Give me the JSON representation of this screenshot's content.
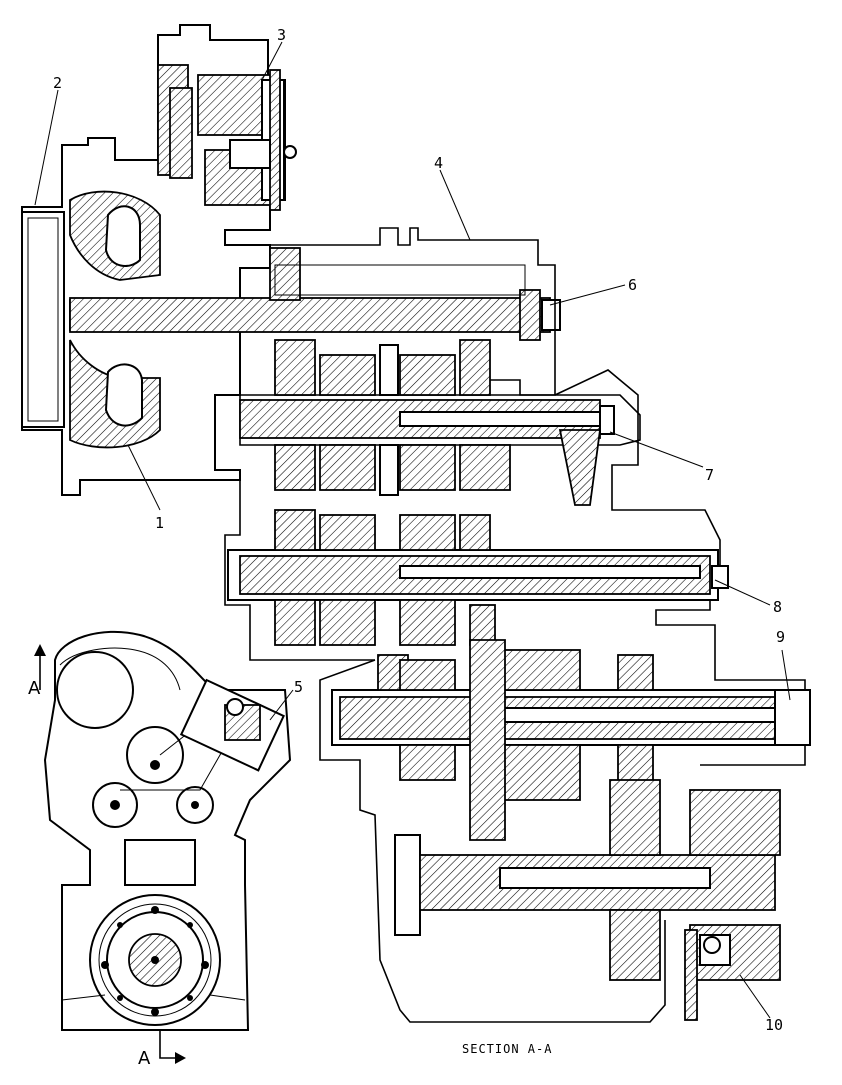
{
  "callouts": [
    {
      "id": "1",
      "label": "1"
    },
    {
      "id": "2",
      "label": "2"
    },
    {
      "id": "3",
      "label": "3"
    },
    {
      "id": "4",
      "label": "4"
    },
    {
      "id": "5",
      "label": "5"
    },
    {
      "id": "6",
      "label": "6"
    },
    {
      "id": "7",
      "label": "7"
    },
    {
      "id": "8",
      "label": "8"
    },
    {
      "id": "9",
      "label": "9"
    },
    {
      "id": "10",
      "label": "10"
    }
  ],
  "section_caption": "SECTION A-A",
  "section_marker": "A",
  "colors": {
    "line": "#000000",
    "background": "#ffffff"
  }
}
